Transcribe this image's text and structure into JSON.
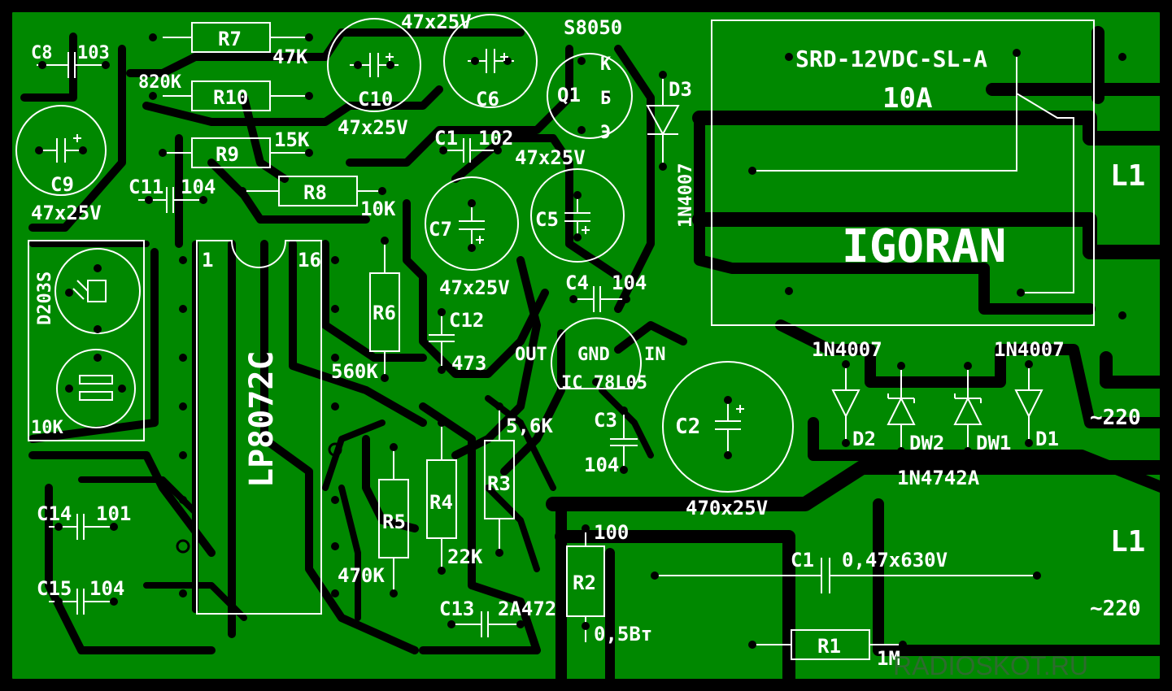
{
  "colors": {
    "background": "#000000",
    "copper": "#008800",
    "silkscreen": "#ffffff",
    "pad_hole": "#000000"
  },
  "relay": {
    "model": "SRD-12VDC-SL-A",
    "rating": "10A",
    "brand": "IGORAN"
  },
  "ic": {
    "name": "LP8072C",
    "pin1": "1",
    "pin16": "16"
  },
  "regulator": {
    "name": "IC 78L05",
    "out": "OUT",
    "gnd": "GND",
    "in": "IN"
  },
  "transistor": {
    "part": "S8050",
    "ref": "Q1",
    "k": "K",
    "b": "Б",
    "e": "Э"
  },
  "sensor": {
    "name": "D203S",
    "pot": "10K"
  },
  "terminals": {
    "l1_top": "L1",
    "l1_bottom": "L1",
    "ac_top": "~220",
    "ac_bottom": "~220"
  },
  "watermark": "RADIOSKOT.RU",
  "labels": [
    {
      "id": "c8",
      "text": "C8"
    },
    {
      "id": "c8-val",
      "text": "103"
    },
    {
      "id": "r7",
      "text": "R7"
    },
    {
      "id": "r7-val",
      "text": "47K"
    },
    {
      "id": "r10-val",
      "text": "820K"
    },
    {
      "id": "r10",
      "text": "R10"
    },
    {
      "id": "r9",
      "text": "R9"
    },
    {
      "id": "r9-val",
      "text": "15K"
    },
    {
      "id": "c10",
      "text": "C10"
    },
    {
      "id": "c10-val",
      "text": "47x25V"
    },
    {
      "id": "c6-val",
      "text": "47x25V"
    },
    {
      "id": "c6",
      "text": "C6"
    },
    {
      "id": "q1-part",
      "text": "S8050"
    },
    {
      "id": "d3",
      "text": "D3"
    },
    {
      "id": "d3-val",
      "text": "1N4007"
    },
    {
      "id": "c9",
      "text": "C9"
    },
    {
      "id": "c9-val",
      "text": "47x25V"
    },
    {
      "id": "c11",
      "text": "C11"
    },
    {
      "id": "c11-val",
      "text": "104"
    },
    {
      "id": "r8",
      "text": "R8"
    },
    {
      "id": "r8-val",
      "text": "10K"
    },
    {
      "id": "c1-small",
      "text": "C1"
    },
    {
      "id": "c1-small-val",
      "text": "102"
    },
    {
      "id": "c5-val",
      "text": "47x25V"
    },
    {
      "id": "c7",
      "text": "C7"
    },
    {
      "id": "c5",
      "text": "C5"
    },
    {
      "id": "c7-val",
      "text": "47x25V"
    },
    {
      "id": "c4",
      "text": "C4"
    },
    {
      "id": "c4-val",
      "text": "104"
    },
    {
      "id": "r6",
      "text": "R6"
    },
    {
      "id": "c12",
      "text": "C12"
    },
    {
      "id": "c12-val",
      "text": "473"
    },
    {
      "id": "r6-val",
      "text": "560K"
    },
    {
      "id": "d2",
      "text": "D2"
    },
    {
      "id": "dw2",
      "text": "DW2"
    },
    {
      "id": "dw1",
      "text": "DW1"
    },
    {
      "id": "d1",
      "text": "D1"
    },
    {
      "id": "d2-val",
      "text": "1N4007"
    },
    {
      "id": "d1-val",
      "text": "1N4007"
    },
    {
      "id": "dw-val",
      "text": "1N4742A"
    },
    {
      "id": "r3-val",
      "text": "5,6K"
    },
    {
      "id": "r3",
      "text": "R3"
    },
    {
      "id": "c3",
      "text": "C3"
    },
    {
      "id": "c3-val",
      "text": "104"
    },
    {
      "id": "c2",
      "text": "C2"
    },
    {
      "id": "c2-val",
      "text": "470x25V"
    },
    {
      "id": "c14",
      "text": "C14"
    },
    {
      "id": "c14-val",
      "text": "101"
    },
    {
      "id": "r5",
      "text": "R5"
    },
    {
      "id": "r4",
      "text": "R4"
    },
    {
      "id": "r4-val",
      "text": "22K"
    },
    {
      "id": "r5-val",
      "text": "470K"
    },
    {
      "id": "r2-val",
      "text": "100"
    },
    {
      "id": "r2",
      "text": "R2"
    },
    {
      "id": "r2-power",
      "text": "0,5Вт"
    },
    {
      "id": "c15",
      "text": "C15"
    },
    {
      "id": "c15-val",
      "text": "104"
    },
    {
      "id": "c13",
      "text": "C13"
    },
    {
      "id": "c13-val",
      "text": "2A472"
    },
    {
      "id": "c1",
      "text": "C1"
    },
    {
      "id": "c1-val",
      "text": "0,47x630V"
    },
    {
      "id": "r1",
      "text": "R1"
    },
    {
      "id": "r1-val",
      "text": "1M"
    }
  ]
}
